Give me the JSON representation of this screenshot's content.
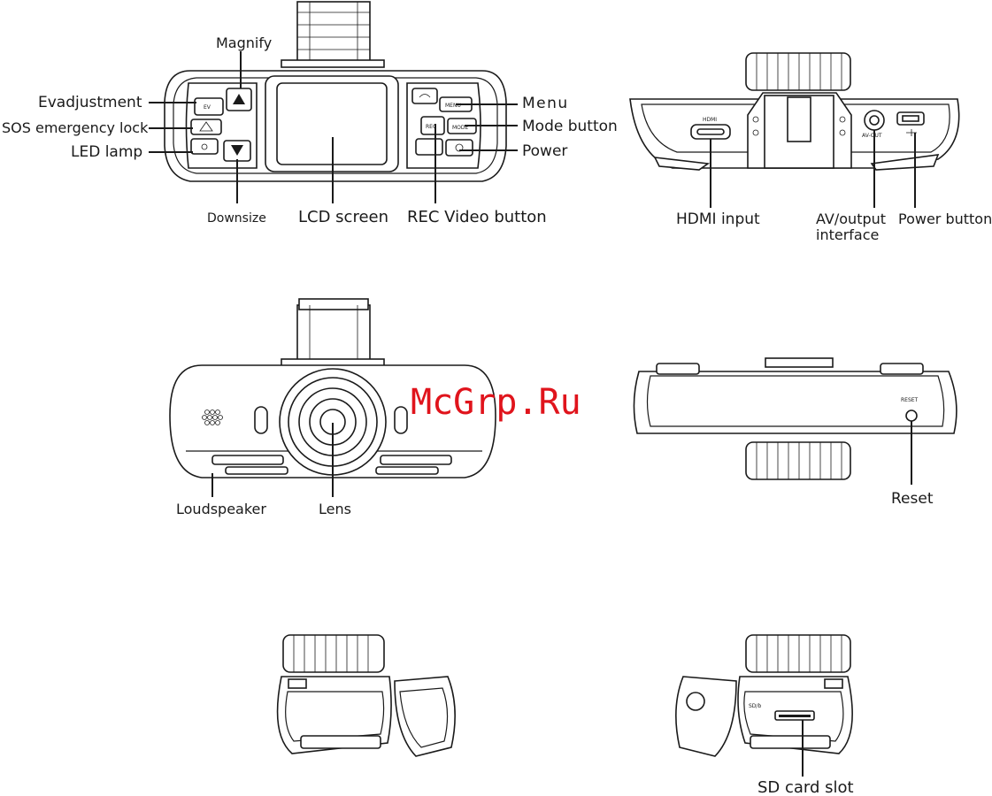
{
  "watermark": "McGrp.Ru",
  "front_view": {
    "labels": {
      "magnify": "Magnify",
      "ev_adjustment": "Evadjustment",
      "sos_lock": "SOS emergency lock",
      "led_lamp": "LED lamp",
      "downsize": "Downsize",
      "lcd_screen": "LCD screen",
      "rec_video": "REC Video button",
      "menu": "Menu",
      "mode_button": "Mode  button",
      "power": "Power"
    },
    "button_text": {
      "ev": "EV",
      "menu": "MENU",
      "rec": "REC",
      "mode": "MODE"
    }
  },
  "top_view": {
    "labels": {
      "hdmi_input": "HDMI input",
      "av_output_1": "AV/output",
      "av_output_2": "interface",
      "power_button": "Power button"
    },
    "port_text": {
      "hdmi": "HDMI",
      "av_out": "AV-OUT"
    }
  },
  "rear_view": {
    "labels": {
      "loudspeaker": "Loudspeaker",
      "lens": "Lens"
    }
  },
  "bottom_view": {
    "labels": {
      "reset": "Reset"
    },
    "port_text": {
      "reset": "RESET"
    }
  },
  "side_view": {
    "labels": {
      "sd_card_slot": "SD card slot"
    },
    "port_text": {
      "sd": "SD/b"
    }
  }
}
